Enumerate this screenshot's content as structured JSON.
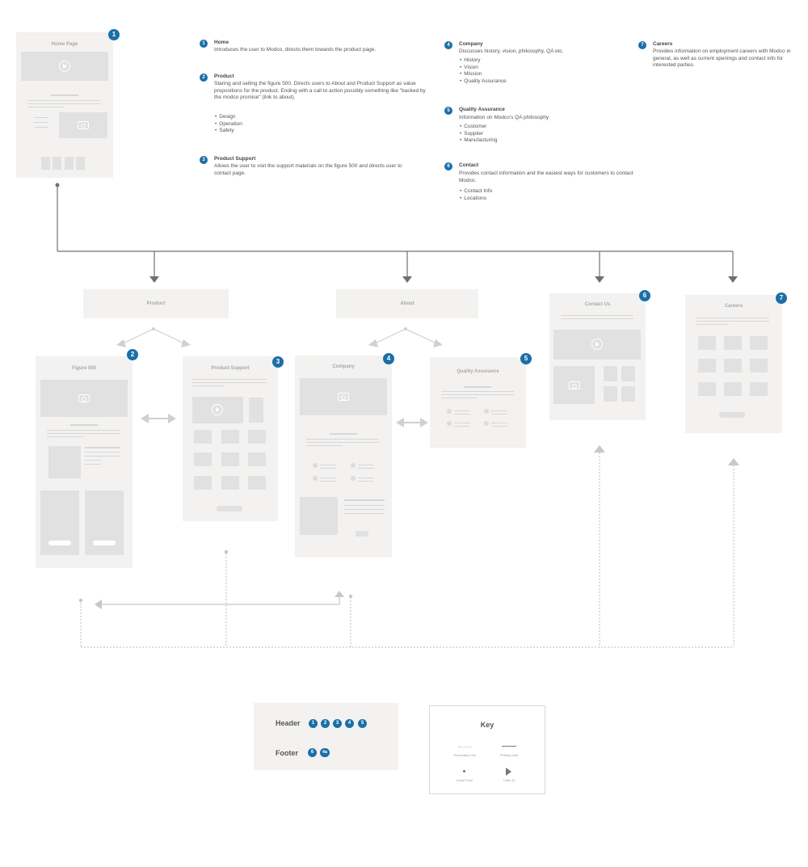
{
  "colors": {
    "badge": "#1b6fa8",
    "page": "#f3f2f1",
    "block": "#e1e1e1",
    "connector": "#707070",
    "secondary": "#bdbdbd"
  },
  "descriptions": [
    {
      "num": "1",
      "title": "Home",
      "text": "Introduces the user to Modco, directs them towards the product page.",
      "bullets": []
    },
    {
      "num": "2",
      "title": "Product",
      "text": "Staring and selling the figure 500. Directs users to About and Product Support as value propositions for the product. Ending with a call to action possibly something like \"backed by the modco promise\" (link to about).",
      "bullets": [
        "Design",
        "Operation",
        "Safety"
      ]
    },
    {
      "num": "3",
      "title": "Product Support",
      "text": "Allows the user to visit the support materials on the figure 500 and directs user to contact page.",
      "bullets": []
    },
    {
      "num": "4",
      "title": "Company",
      "text": "Discusses history, vision, philosophy, QA etc.",
      "bullets": [
        "History",
        "Vision",
        "Mission",
        "Quality Assurance"
      ]
    },
    {
      "num": "5",
      "title": "Quality Assurance",
      "text": "Information on Modco's QA philosophy",
      "bullets": [
        "Customer",
        "Supplier",
        "Manufacturing"
      ]
    },
    {
      "num": "6",
      "title": "Contact",
      "text": "Provides contact information and the easiest ways for customers to contact Modco.",
      "bullets": [
        "Contact Info",
        "Locations"
      ]
    },
    {
      "num": "7",
      "title": "Careers",
      "text": "Provides information on employment careers with Modco in general, as well as current openings and contact info for interested parties.",
      "bullets": []
    }
  ],
  "pages": {
    "home": {
      "title": "Home Page",
      "badge": "1"
    },
    "figure": {
      "title": "Figure 500",
      "badge": "2"
    },
    "support": {
      "title": "Product Support",
      "badge": "3"
    },
    "company": {
      "title": "Company",
      "badge": "4"
    },
    "qa": {
      "title": "Quality Assurance",
      "badge": "5"
    },
    "contact": {
      "title": "Contact Us",
      "badge": "6"
    },
    "careers": {
      "title": "Careers",
      "badge": "7"
    }
  },
  "nav": {
    "product": "Product",
    "about": "About"
  },
  "legend": {
    "header_label": "Header",
    "header_badges": [
      "1",
      "2",
      "3",
      "4",
      "5"
    ],
    "footer_label": "Footer",
    "footer_badges": [
      "6",
      "4a"
    ]
  },
  "key": {
    "title": "Key",
    "secondary": "Secondary Link",
    "primary": "Primary Link",
    "from": "Links From",
    "to": "Links To"
  }
}
